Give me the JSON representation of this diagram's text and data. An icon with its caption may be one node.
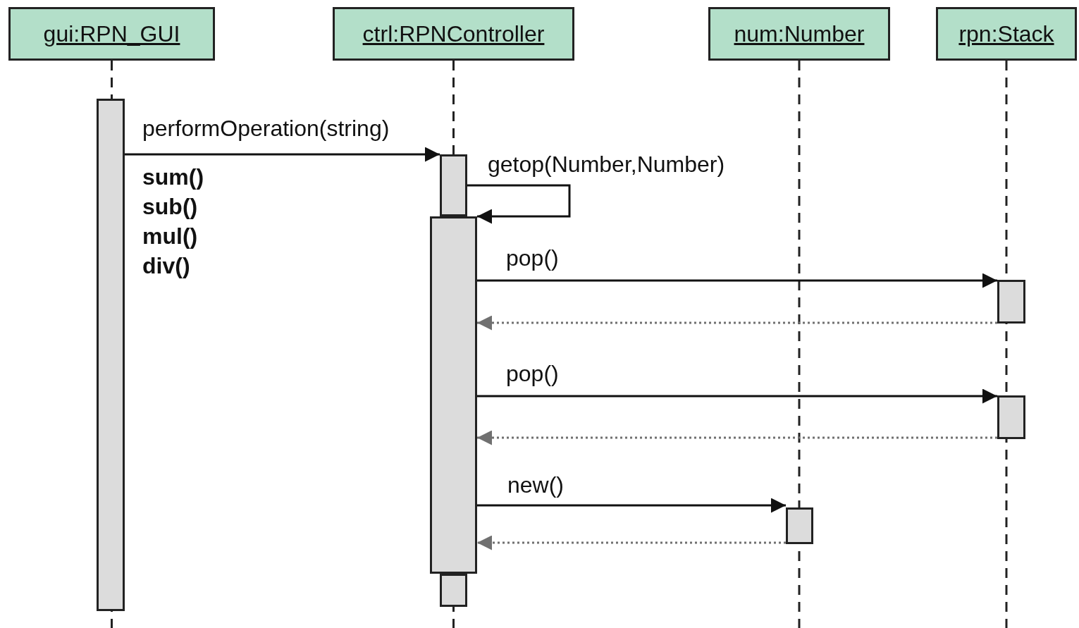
{
  "diagram": {
    "nodes": [
      {
        "text": [
          "gui:RPN_GUI"
        ]
      },
      {
        "text": [
          "ctrl:RPNController"
        ]
      },
      {
        "text": [
          "num:Number"
        ]
      },
      {
        "text": [
          "rpn:Stack"
        ]
      },
      {
        "text": [],
        "shape": "bar"
      },
      {
        "text": [],
        "shape": "bar"
      },
      {
        "text": [],
        "shape": "bar"
      },
      {
        "text": [],
        "shape": "bar"
      },
      {
        "text": [],
        "shape": "bar"
      },
      {
        "text": [],
        "shape": "bar"
      },
      {
        "text": [],
        "shape": "bar"
      }
    ],
    "edges": [
      {
        "from": 4,
        "to": 5,
        "arrow": "to",
        "label": "performOperation(string)"
      },
      {
        "from": 5,
        "to": 6,
        "arrow": "to",
        "label": "getop(Number,Number)"
      },
      {
        "from": 6,
        "to": 8,
        "arrow": "to",
        "label": "pop()"
      },
      {
        "from": 8,
        "to": 6,
        "arrow": "to",
        "style": "dashed",
        "color": "#707070"
      },
      {
        "from": 6,
        "to": 9,
        "arrow": "to",
        "label": "pop()"
      },
      {
        "from": 9,
        "to": 6,
        "arrow": "to",
        "style": "dashed",
        "color": "#707070"
      },
      {
        "from": 6,
        "to": 10,
        "arrow": "to",
        "label": "new()"
      },
      {
        "from": 10,
        "to": 6,
        "arrow": "to",
        "style": "dashed",
        "color": "#707070"
      }
    ],
    "labels": [
      "sum()",
      "sub()",
      "mul()",
      "div()"
    ]
  }
}
